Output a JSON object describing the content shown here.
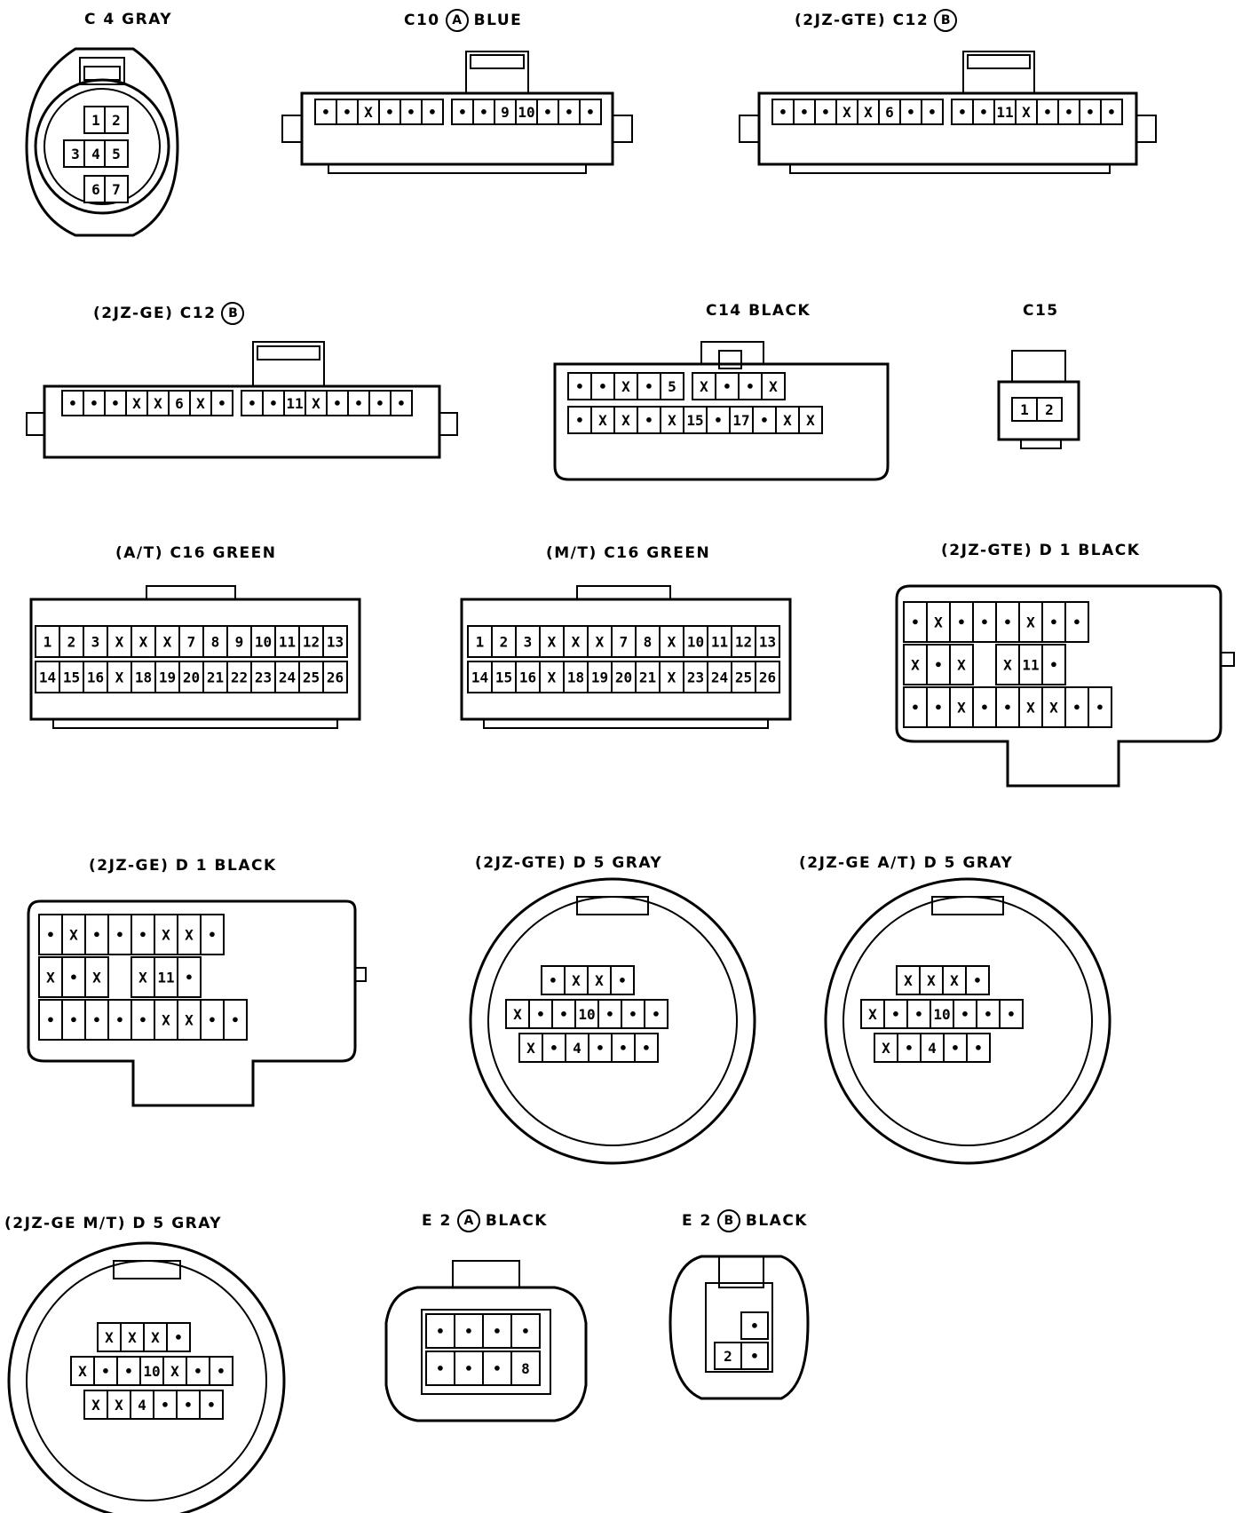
{
  "connectors": [
    {
      "id": "c4",
      "title": {
        "prefix": "",
        "name": "C 4",
        "badge": "",
        "color": "GRAY"
      },
      "rows": [
        [
          "",
          "1",
          "2",
          ""
        ],
        [
          "3",
          "4",
          "5",
          ""
        ],
        [
          "",
          "6",
          "7",
          ""
        ]
      ]
    },
    {
      "id": "c10",
      "title": {
        "prefix": "",
        "name": "C10",
        "badge": "A",
        "color": "BLUE"
      },
      "rows": [
        [
          "•",
          "•",
          "X",
          "•",
          "•",
          "•",
          "|",
          "•",
          "•",
          "9",
          "10",
          "•",
          "•",
          "•"
        ]
      ]
    },
    {
      "id": "c12-gte",
      "title": {
        "prefix": "(2JZ-GTE)",
        "name": "C12",
        "badge": "B",
        "color": ""
      },
      "rows": [
        [
          "•",
          "•",
          "•",
          "X",
          "X",
          "6",
          "•",
          "•",
          "|",
          "•",
          "•",
          "11",
          "X",
          "•",
          "•",
          "•",
          "•"
        ]
      ]
    },
    {
      "id": "c12-ge",
      "title": {
        "prefix": "(2JZ-GE)",
        "name": "C12",
        "badge": "B",
        "color": ""
      },
      "rows": [
        [
          "•",
          "•",
          "•",
          "X",
          "X",
          "6",
          "X",
          "•",
          "|",
          "•",
          "•",
          "11",
          "X",
          "•",
          "•",
          "•",
          "•"
        ]
      ]
    },
    {
      "id": "c14",
      "title": {
        "prefix": "",
        "name": "C14",
        "badge": "",
        "color": "BLACK"
      },
      "rows": [
        [
          "•",
          "•",
          "X",
          "•",
          "5",
          "|",
          "X",
          "•",
          "•",
          "X"
        ],
        [
          "•",
          "X",
          "X",
          "•",
          "X",
          "15",
          "•",
          "17",
          "•",
          "X",
          "X"
        ]
      ]
    },
    {
      "id": "c15",
      "title": {
        "prefix": "",
        "name": "C15",
        "badge": "",
        "color": ""
      },
      "rows": [
        [
          "1",
          "2"
        ]
      ]
    },
    {
      "id": "c16-at",
      "title": {
        "prefix": "(A/T)",
        "name": "C16",
        "badge": "",
        "color": "GREEN"
      },
      "rows": [
        [
          "1",
          "2",
          "3",
          "X",
          "X",
          "X",
          "7",
          "8",
          "9",
          "10",
          "11",
          "12",
          "13"
        ],
        [
          "14",
          "15",
          "16",
          "X",
          "18",
          "19",
          "20",
          "21",
          "22",
          "23",
          "24",
          "25",
          "26"
        ]
      ]
    },
    {
      "id": "c16-mt",
      "title": {
        "prefix": "(M/T)",
        "name": "C16",
        "badge": "",
        "color": "GREEN"
      },
      "rows": [
        [
          "1",
          "2",
          "3",
          "X",
          "X",
          "X",
          "7",
          "8",
          "X",
          "10",
          "11",
          "12",
          "13"
        ],
        [
          "14",
          "15",
          "16",
          "X",
          "18",
          "19",
          "20",
          "21",
          "X",
          "23",
          "24",
          "25",
          "26"
        ]
      ]
    },
    {
      "id": "d1-gte",
      "title": {
        "prefix": "(2JZ-GTE)",
        "name": "D 1",
        "badge": "",
        "color": "BLACK"
      },
      "rows": [
        [
          "•",
          "X",
          "•",
          "•",
          "•",
          "X",
          "•",
          "•"
        ],
        [
          "X",
          "•",
          "X",
          "",
          "X",
          "11",
          "•",
          ""
        ],
        [
          "•",
          "•",
          "X",
          "•",
          "•",
          "X",
          "X",
          "•",
          "•"
        ]
      ]
    },
    {
      "id": "d1-ge",
      "title": {
        "prefix": "(2JZ-GE)",
        "name": "D 1",
        "badge": "",
        "color": "BLACK"
      },
      "rows": [
        [
          "•",
          "X",
          "•",
          "•",
          "•",
          "X",
          "X",
          "•"
        ],
        [
          "X",
          "•",
          "X",
          "",
          "X",
          "11",
          "•",
          ""
        ],
        [
          "•",
          "•",
          "•",
          "•",
          "•",
          "X",
          "X",
          "•",
          "•"
        ]
      ]
    },
    {
      "id": "d5-gte",
      "title": {
        "prefix": "(2JZ-GTE)",
        "name": "D 5",
        "badge": "",
        "color": "GRAY"
      },
      "rows": [
        [
          "•",
          "X",
          "X",
          "•"
        ],
        [
          "X",
          "•",
          "•",
          "10",
          "•",
          "•",
          "•"
        ],
        [
          "X",
          "•",
          "4",
          "•",
          "•",
          "•"
        ]
      ]
    },
    {
      "id": "d5-ge-at",
      "title": {
        "prefix": "(2JZ-GE A/T)",
        "name": "D 5",
        "badge": "",
        "color": "GRAY"
      },
      "rows": [
        [
          "X",
          "X",
          "X",
          "•"
        ],
        [
          "X",
          "•",
          "•",
          "10",
          "•",
          "•",
          "•"
        ],
        [
          "X",
          "•",
          "4",
          "•",
          "•"
        ]
      ]
    },
    {
      "id": "d5-ge-mt",
      "title": {
        "prefix": "(2JZ-GE M/T)",
        "name": "D 5",
        "badge": "",
        "color": "GRAY"
      },
      "rows": [
        [
          "X",
          "X",
          "X",
          "•"
        ],
        [
          "X",
          "•",
          "•",
          "10",
          "X",
          "•",
          "•"
        ],
        [
          "X",
          "X",
          "4",
          "•",
          "•",
          "•"
        ]
      ]
    },
    {
      "id": "e2a",
      "title": {
        "prefix": "",
        "name": "E 2",
        "badge": "A",
        "color": "BLACK"
      },
      "rows": [
        [
          "•",
          "•",
          "•",
          "•"
        ],
        [
          "•",
          "•",
          "•",
          "8"
        ]
      ]
    },
    {
      "id": "e2b",
      "title": {
        "prefix": "",
        "name": "E 2",
        "badge": "B",
        "color": "BLACK"
      },
      "rows": [
        [
          "",
          "•"
        ],
        [
          "2",
          "•"
        ]
      ]
    }
  ]
}
